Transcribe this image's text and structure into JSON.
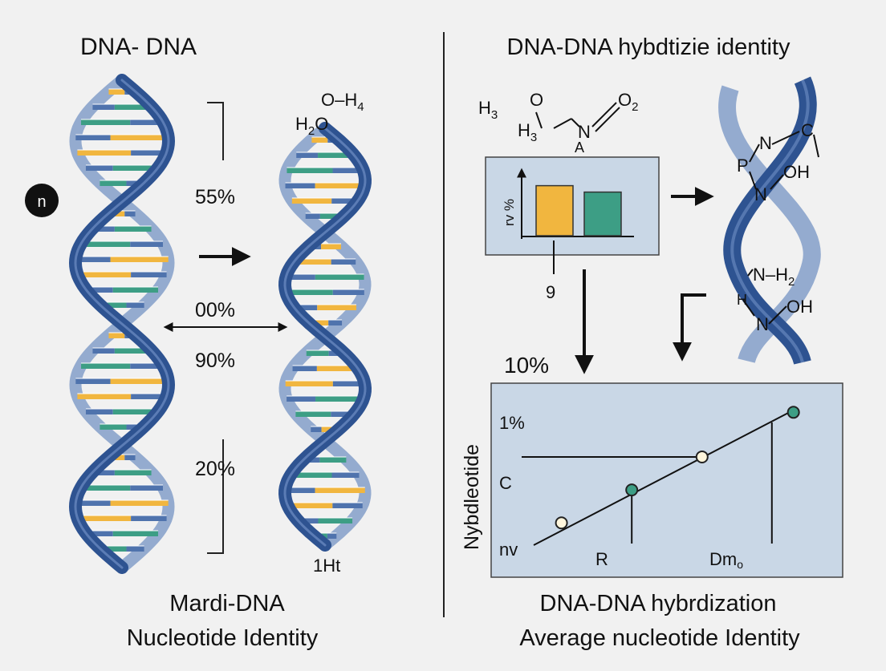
{
  "left": {
    "heading": "DNA- DNA",
    "badge": "n",
    "caption_line1": "Mardi-DNA",
    "caption_line2": "Nucleotide Identity",
    "pct_top": "55%",
    "pct_mid_a": "00%",
    "pct_mid_b": "90%",
    "pct_bottom": "20%",
    "helix_bottom_label": "1Ht",
    "formula_top": "O–H",
    "formula_top_sub": "4",
    "formula_bottom_a": "H",
    "formula_bottom_sub": "2",
    "formula_bottom_b": "O"
  },
  "right": {
    "heading": "DNA-DNA hybdtizie identity",
    "caption_line1": "DNA-DNA hybrdization",
    "caption_line2": "Average nucleotide Identity",
    "formula": {
      "h3_a": "H",
      "h3_a_sub": "3",
      "o": "O",
      "o2": "O",
      "o2_sub": "2",
      "h3_b": "H",
      "h3_b_sub": "3",
      "n": "N",
      "a": "A"
    },
    "mini_chart": {
      "ylabel": "rv %",
      "tick_label": "9"
    },
    "pct_label": "10%",
    "helix_atoms": {
      "n_top": "N",
      "c_top": "C",
      "p": "P",
      "oh_top": "OH",
      "n_mid": "N",
      "n_h2": "N–H",
      "n_h2_sub": "2",
      "h_small": "H",
      "oh_bottom": "OH",
      "n_bottom": "N"
    },
    "line_chart": {
      "ylabel": "Nybdleotide",
      "y_top": "1%",
      "y_mid": "C",
      "y_bottom": "nv",
      "marker_r": "R",
      "marker_dm": "Dm",
      "marker_dm_sub": "o"
    }
  },
  "colors": {
    "background": "#f1f1f1",
    "strand_dark": "#2e5391",
    "strand_light": "#94abcf",
    "base_yellow": "#f1b63f",
    "base_green": "#3d9e85",
    "base_blue": "#4f73ad",
    "panel_fill": "#c9d7e6",
    "text": "#111111"
  },
  "chart_data": [
    {
      "type": "bar",
      "categories": [
        "",
        ""
      ],
      "values": [
        0.78,
        0.68
      ],
      "ylabel": "rv %"
    },
    {
      "type": "line",
      "x": [
        0.2,
        0.4,
        0.6,
        0.86
      ],
      "y": [
        0.28,
        0.45,
        0.62,
        0.85
      ],
      "ylabel": "Nybdleotide"
    }
  ]
}
